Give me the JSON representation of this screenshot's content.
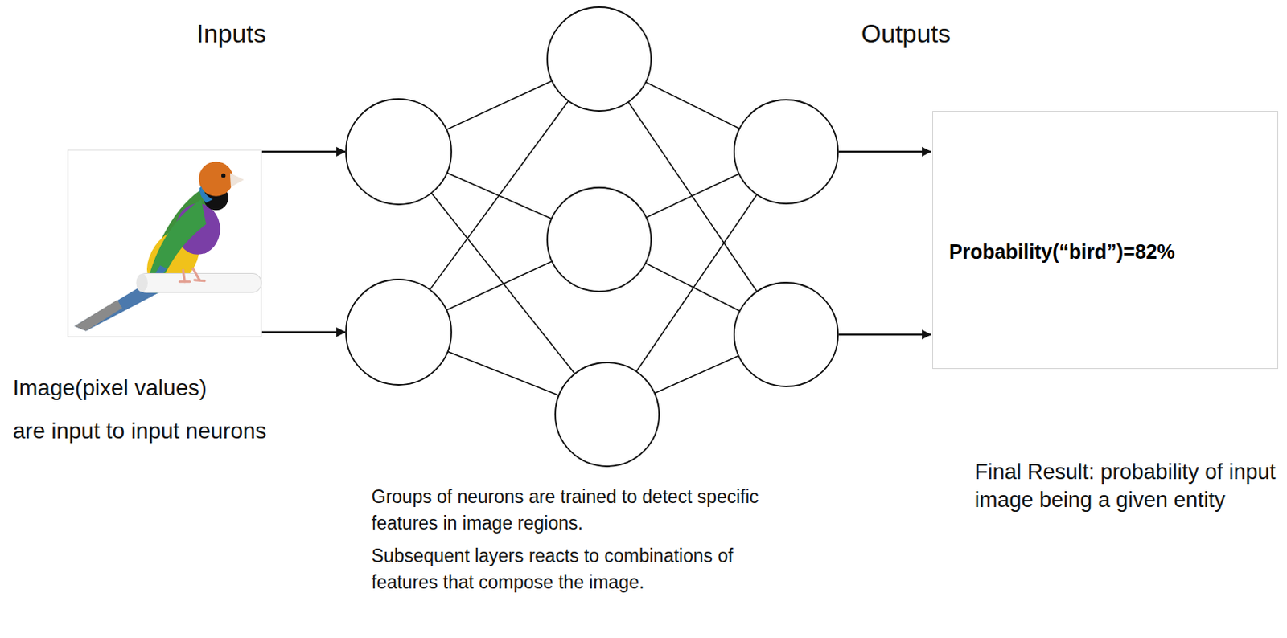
{
  "diagram": {
    "nodes": [
      {
        "text": [
          "Probability(“bird”)=82%"
        ]
      }
    ],
    "labels": [
      "Inputs",
      "Outputs",
      "Image(pixel values)",
      "are input to input neurons",
      "Groups of neurons are trained to detect specific features in image regions.",
      "Subsequent layers reacts to combinations of features that compose the image.",
      "Final Result: probability of input image being a given entity"
    ]
  }
}
